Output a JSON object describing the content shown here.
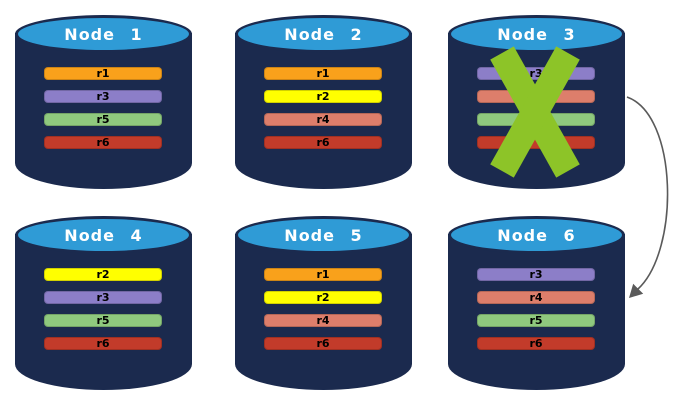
{
  "background_color": "#ffffff",
  "palette": {
    "cylinder_body": "#1b2a4e",
    "cylinder_top_fill": "#2f9bd6",
    "cylinder_top_border": "#1b2a4e",
    "node_title_color": "#ffffff",
    "bar_label_color": "#000000",
    "failure_cross": "#8dc428",
    "arrow": "#5a5a5a"
  },
  "replica_colors": {
    "r1": "#f9a11b",
    "r2": "#ffff00",
    "r3": "#8c7ec8",
    "r4": "#dd7e6b",
    "r5": "#8fc97e",
    "r6": "#c23b2a"
  },
  "nodes": [
    {
      "title": "Node 1",
      "failed": false,
      "replicas": [
        {
          "label": "r1",
          "color": "#f9a11b"
        },
        {
          "label": "r3",
          "color": "#8c7ec8"
        },
        {
          "label": "r5",
          "color": "#8fc97e"
        },
        {
          "label": "r6",
          "color": "#c23b2a"
        }
      ]
    },
    {
      "title": "Node 2",
      "failed": false,
      "replicas": [
        {
          "label": "r1",
          "color": "#f9a11b"
        },
        {
          "label": "r2",
          "color": "#ffff00"
        },
        {
          "label": "r4",
          "color": "#dd7e6b"
        },
        {
          "label": "r6",
          "color": "#c23b2a"
        }
      ]
    },
    {
      "title": "Node 3",
      "failed": true,
      "replicas": [
        {
          "label": "r3",
          "color": "#8c7ec8"
        },
        {
          "label": "",
          "color": "#dd7e6b"
        },
        {
          "label": "",
          "color": "#8fc97e"
        },
        {
          "label": "",
          "color": "#c23b2a"
        }
      ]
    },
    {
      "title": "Node 4",
      "failed": false,
      "replicas": [
        {
          "label": "r2",
          "color": "#ffff00"
        },
        {
          "label": "r3",
          "color": "#8c7ec8"
        },
        {
          "label": "r5",
          "color": "#8fc97e"
        },
        {
          "label": "r6",
          "color": "#c23b2a"
        }
      ]
    },
    {
      "title": "Node 5",
      "failed": false,
      "replicas": [
        {
          "label": "r1",
          "color": "#f9a11b"
        },
        {
          "label": "r2",
          "color": "#ffff00"
        },
        {
          "label": "r4",
          "color": "#dd7e6b"
        },
        {
          "label": "r6",
          "color": "#c23b2a"
        }
      ]
    },
    {
      "title": "Node 6",
      "failed": false,
      "replicas": [
        {
          "label": "r3",
          "color": "#8c7ec8"
        },
        {
          "label": "r4",
          "color": "#dd7e6b"
        },
        {
          "label": "r5",
          "color": "#8fc97e"
        },
        {
          "label": "r6",
          "color": "#c23b2a"
        }
      ]
    }
  ],
  "arrow": {
    "from": "Node 3",
    "to": "Node 6"
  }
}
